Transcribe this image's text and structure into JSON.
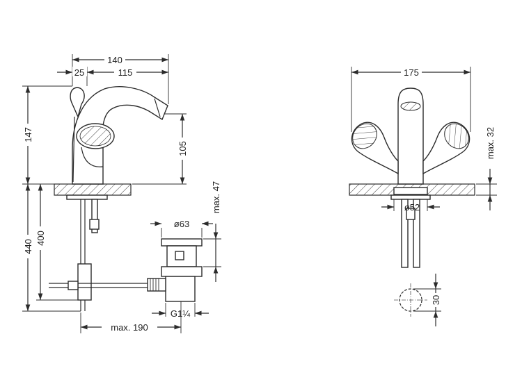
{
  "dimensions": {
    "overall_width_side": "140",
    "lever_offset": "25",
    "spout_reach": "115",
    "total_height": "147",
    "spout_height": "105",
    "below_deck": "440",
    "rod_length": "400",
    "deck_thickness": "max. 47",
    "waste_diameter": "ø63",
    "waste_thread": "G1¼",
    "rod_reach": "max. 190",
    "overall_width_front": "175",
    "deck_max_front": "max. 32",
    "base_diameter": "ø52",
    "hole_diameter": "30"
  }
}
